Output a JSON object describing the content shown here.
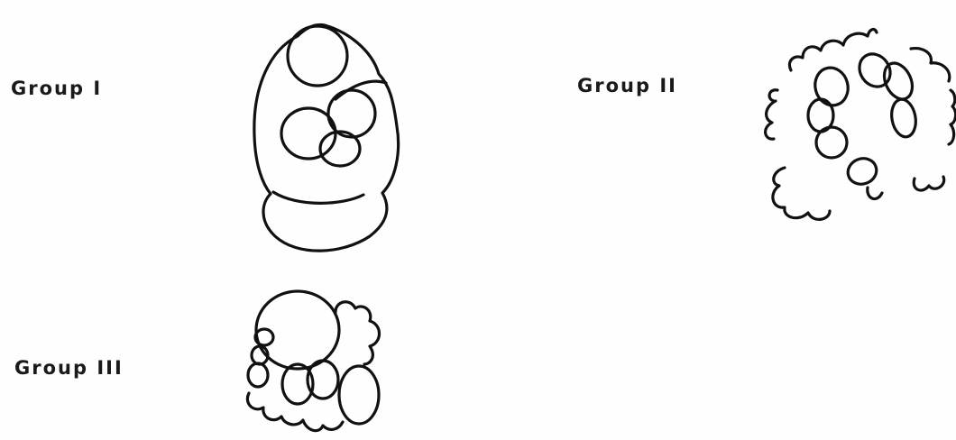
{
  "figure": {
    "groups": [
      {
        "id": "group-1",
        "label": "Group  I"
      },
      {
        "id": "group-2",
        "label": "Group  II"
      },
      {
        "id": "group-3",
        "label": "Group III"
      }
    ]
  }
}
